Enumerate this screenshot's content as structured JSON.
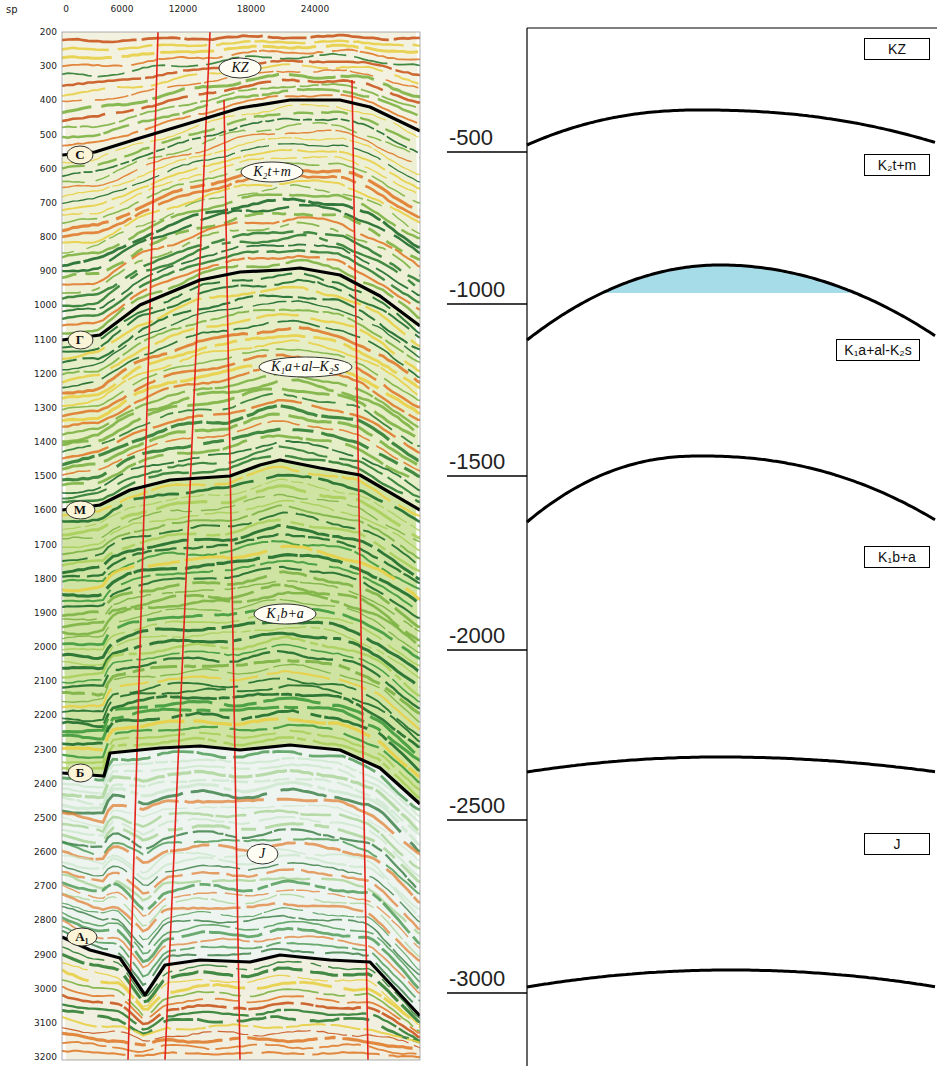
{
  "diagram": {
    "nodes": [
      {
        "text": [
          "KZ"
        ]
      },
      {
        "text": [
          "С"
        ]
      },
      {
        "text": [
          "K₂t+m"
        ]
      },
      {
        "text": [
          "Г"
        ]
      },
      {
        "text": [
          "K₁a+al–K₂s"
        ]
      },
      {
        "text": [
          "М"
        ]
      },
      {
        "text": [
          "K₁b+a"
        ]
      },
      {
        "text": [
          "Б"
        ]
      },
      {
        "text": [
          "J"
        ]
      },
      {
        "text": [
          "А₁"
        ]
      },
      {
        "text": [
          "KZ"
        ]
      },
      {
        "text": [
          "K₂t+m"
        ]
      },
      {
        "text": [
          "K₁a+al-K₂s"
        ]
      },
      {
        "text": [
          "K₁b+a"
        ]
      },
      {
        "text": [
          "J"
        ]
      }
    ],
    "labels": [
      "sp",
      "0",
      "6000",
      "12000",
      "18000",
      "24000",
      "200",
      "300",
      "400",
      "500",
      "600",
      "700",
      "800",
      "900",
      "1000",
      "1100",
      "1200",
      "1300",
      "1400",
      "1500",
      "1600",
      "1700",
      "1800",
      "1900",
      "2000",
      "2100",
      "2200",
      "2300",
      "2400",
      "2500",
      "2600",
      "2700",
      "2800",
      "2900",
      "3000",
      "3100",
      "3200",
      "-500",
      "-1000",
      "-1500",
      "-2000",
      "-2500",
      "-3000"
    ]
  }
}
